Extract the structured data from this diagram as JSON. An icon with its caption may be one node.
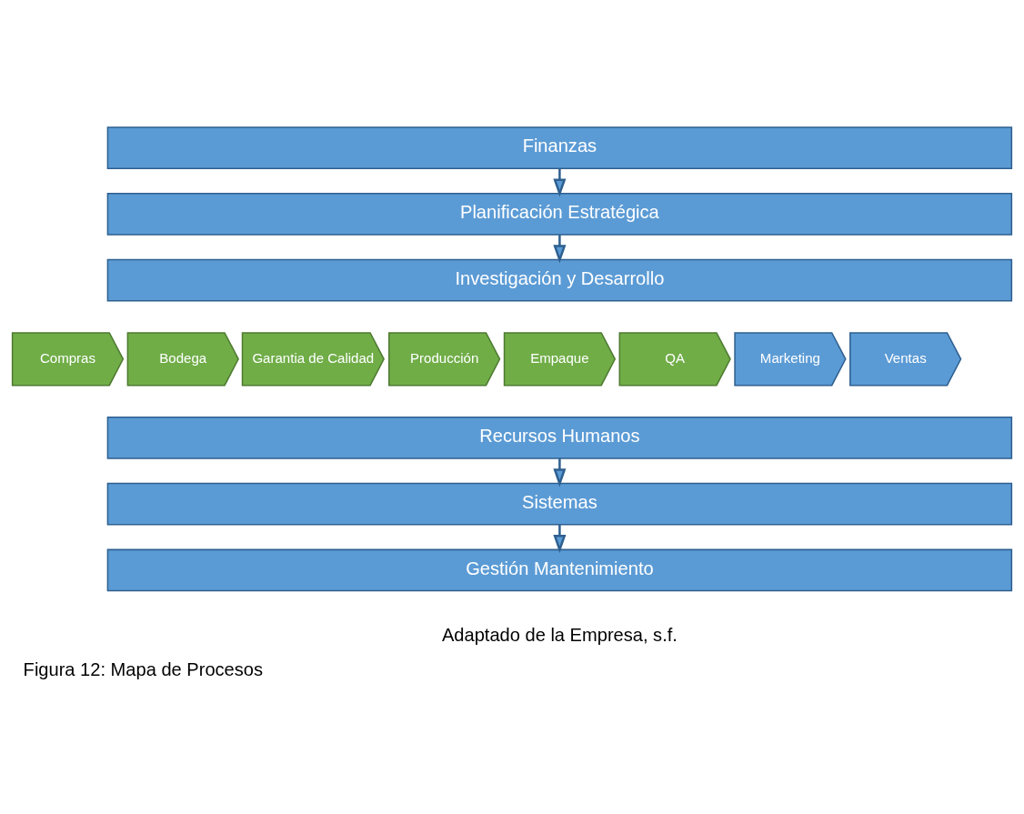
{
  "diagram": {
    "caption": "Figura 12: Mapa de Procesos",
    "nodes": [
      {
        "text": [
          "Finanzas"
        ]
      },
      {
        "text": [
          "Planificación Estratégica"
        ]
      },
      {
        "text": [
          "Investigación y Desarrollo"
        ]
      },
      {
        "text": [
          "Compras"
        ]
      },
      {
        "text": [
          "Bodega"
        ]
      },
      {
        "text": [
          "Garantia de Calidad"
        ]
      },
      {
        "text": [
          "Producción"
        ]
      },
      {
        "text": [
          "Empaque"
        ]
      },
      {
        "text": [
          "QA"
        ]
      },
      {
        "text": [
          "Marketing"
        ]
      },
      {
        "text": [
          "Ventas"
        ]
      },
      {
        "text": [
          "Recursos Humanos"
        ]
      },
      {
        "text": [
          "Sistemas"
        ]
      },
      {
        "text": [
          "Gestión Mantenimiento"
        ]
      }
    ],
    "edges": [
      {
        "from": 0,
        "to": 1,
        "arrow": "to"
      },
      {
        "from": 1,
        "to": 2,
        "arrow": "to"
      },
      {
        "from": 11,
        "to": 12,
        "arrow": "to"
      },
      {
        "from": 12,
        "to": 13,
        "arrow": "to"
      }
    ],
    "labels": [
      "Adaptado de la Empresa, s.f."
    ]
  }
}
